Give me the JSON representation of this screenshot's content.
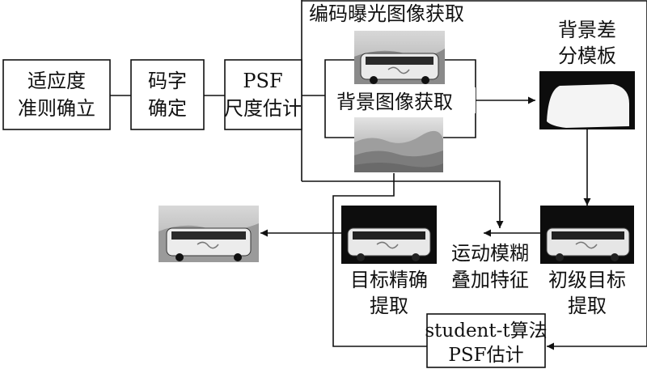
{
  "nodes": {
    "adaptive": [
      "适应度",
      "准则确立"
    ],
    "code": [
      "码字",
      "确定"
    ],
    "psf_scale": [
      "PSF",
      "尺度估计"
    ],
    "coded_capture": "编码曝光图像获取",
    "bg_capture": "背景图像获取",
    "bg_diff": [
      "背景差",
      "分模板"
    ],
    "initial_target": [
      "初级目标",
      "提取"
    ],
    "motion_blur": [
      "运动模糊",
      "叠加特征"
    ],
    "precise_target": [
      "目标精确",
      "提取"
    ],
    "student_t": [
      "student-t算法",
      "PSF估计"
    ]
  },
  "colors": {
    "line": "#111111",
    "mask_white": "#f4f4f4",
    "photo_dark": "#0d0d0d"
  }
}
